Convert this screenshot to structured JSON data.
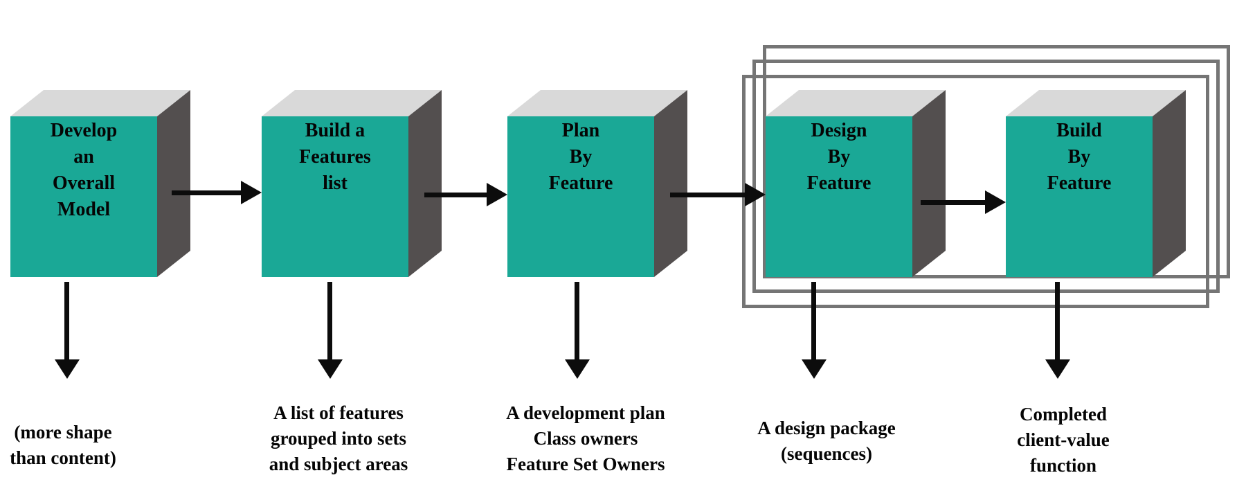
{
  "diagram": {
    "steps": [
      {
        "label_lines": [
          "Develop",
          "an",
          "Overall",
          "Model"
        ],
        "output_lines": [
          "(more shape",
          "than content)"
        ]
      },
      {
        "label_lines": [
          "Build a",
          "Features",
          "list"
        ],
        "output_lines": [
          "A list of features",
          "grouped into sets",
          "and subject areas"
        ]
      },
      {
        "label_lines": [
          "Plan",
          "By",
          "Feature"
        ],
        "output_lines": [
          "A development plan",
          "Class owners",
          "Feature Set Owners"
        ]
      },
      {
        "label_lines": [
          "Design",
          "By",
          "Feature"
        ],
        "output_lines": [
          "A design package",
          "(sequences)"
        ]
      },
      {
        "label_lines": [
          "Build",
          "By",
          "Feature"
        ],
        "output_lines": [
          "Completed",
          "client-value",
          "function"
        ]
      }
    ],
    "colors": {
      "box_front": "#1aa896",
      "box_top": "#d9d9d9",
      "box_side": "#534f4f",
      "frame": "#757575",
      "arrow": "#0c0c0c",
      "text": "#050505",
      "bg": "#ffffff"
    }
  }
}
